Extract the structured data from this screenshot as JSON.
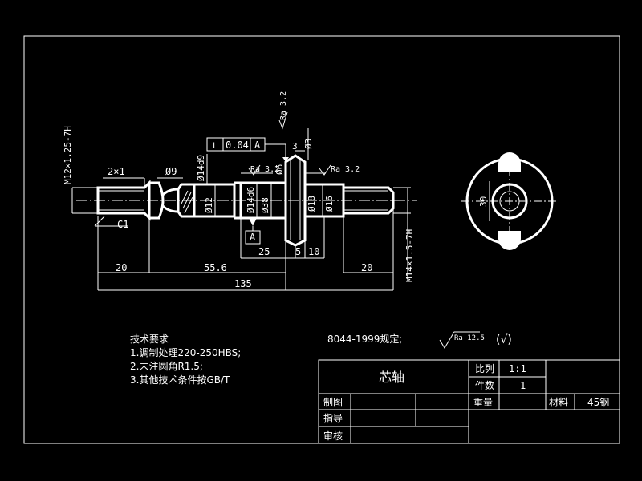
{
  "colors": {
    "background": "#000000",
    "lines": "#ffffff"
  },
  "dimensions": {
    "thread_left": "M12×1.25-7H",
    "thread_right": "M14×1.5-7H",
    "chamfer_2x1": "2×1",
    "d9": "Ø9",
    "d14d9": "Ø14d9",
    "d12": "Ø12",
    "d14d6": "Ø14d6",
    "d38": "Ø38",
    "d6": "Ø6",
    "d3": "Ø3",
    "d18": "Ø18",
    "d16": "Ø16",
    "len_3": "3",
    "ra_top": "Ra 3.2",
    "ra_left": "Ra 3.2",
    "ra_right": "Ra 3.2",
    "c1": "C1",
    "len_20_left": "20",
    "len_55_6": "55.6",
    "len_25": "25",
    "len_5": "5",
    "len_10": "10",
    "len_20_right": "20",
    "len_135": "135",
    "end_view_30": "30"
  },
  "tolerance_frame": {
    "symbol": "⊥",
    "value": "0.04",
    "datum": "A"
  },
  "datum_label": "A",
  "notes": {
    "heading": "技术要求",
    "line1": "1.调制处理220-250HBS;",
    "line2": "2.未注圆角R1.5;",
    "line3": "3.其他技术条件按GB/T",
    "standard": "8044-1999规定;",
    "surface_symbol_text": "Ra 12.5",
    "surface_check": "(√)"
  },
  "title_block": {
    "part_name": "芯轴",
    "scale_label": "比列",
    "scale_value": "1:1",
    "qty_label": "件数",
    "qty_value": "1",
    "drawn_label": "制图",
    "weight_label": "重量",
    "material_label": "材料",
    "material_value": "45钢",
    "guide_label": "指导",
    "review_label": "审核"
  }
}
